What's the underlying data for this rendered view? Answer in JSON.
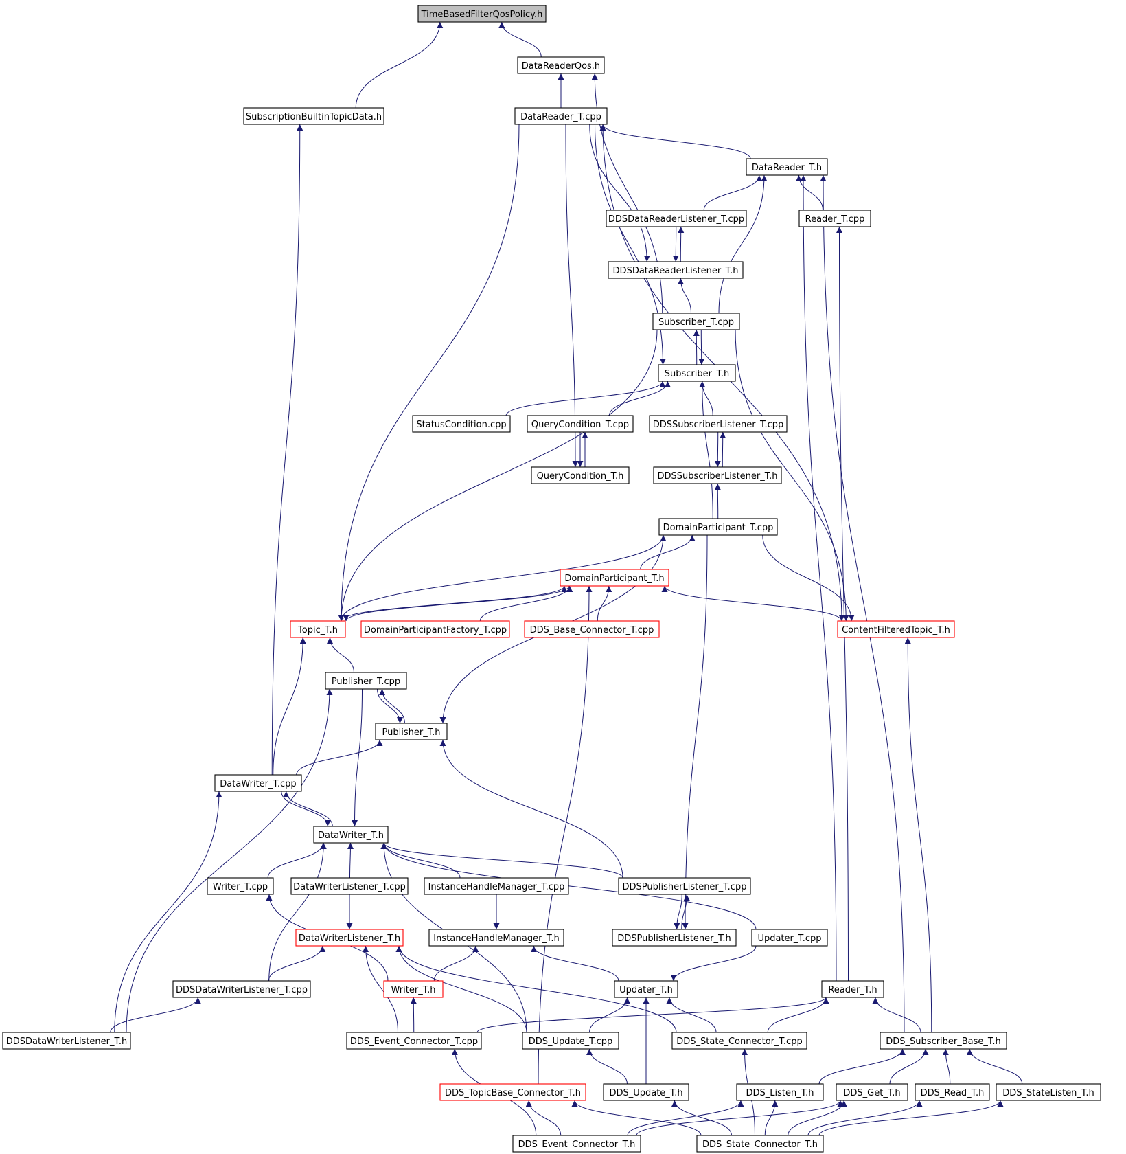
{
  "diagram": {
    "title": "",
    "nodes": [
      {
        "id": "root",
        "label": "TimeBasedFilterQosPolicy.h",
        "style": "root"
      },
      {
        "id": "drqos",
        "label": "DataReaderQos.h",
        "style": "normal"
      },
      {
        "id": "sbtd",
        "label": "SubscriptionBuiltinTopicData.h",
        "style": "normal"
      },
      {
        "id": "drcpp",
        "label": "DataReader_T.cpp",
        "style": "normal"
      },
      {
        "id": "drh",
        "label": "DataReader_T.h",
        "style": "normal"
      },
      {
        "id": "ddsdrlcpp",
        "label": "DDSDataReaderListener_T.cpp",
        "style": "normal"
      },
      {
        "id": "readercpp",
        "label": "Reader_T.cpp",
        "style": "normal"
      },
      {
        "id": "ddsdrlh",
        "label": "DDSDataReaderListener_T.h",
        "style": "normal"
      },
      {
        "id": "subcpp",
        "label": "Subscriber_T.cpp",
        "style": "normal"
      },
      {
        "id": "subh",
        "label": "Subscriber_T.h",
        "style": "normal"
      },
      {
        "id": "statuscond",
        "label": "StatusCondition.cpp",
        "style": "normal"
      },
      {
        "id": "qccpp",
        "label": "QueryCondition_T.cpp",
        "style": "normal"
      },
      {
        "id": "ddsslcpp",
        "label": "DDSSubscriberListener_T.cpp",
        "style": "normal"
      },
      {
        "id": "qch",
        "label": "QueryCondition_T.h",
        "style": "normal"
      },
      {
        "id": "ddsslh",
        "label": "DDSSubscriberListener_T.h",
        "style": "normal"
      },
      {
        "id": "dpcpp",
        "label": "DomainParticipant_T.cpp",
        "style": "normal"
      },
      {
        "id": "dph",
        "label": "DomainParticipant_T.h",
        "style": "red"
      },
      {
        "id": "topich",
        "label": "Topic_T.h",
        "style": "red"
      },
      {
        "id": "dpfcpp",
        "label": "DomainParticipantFactory_T.cpp",
        "style": "red"
      },
      {
        "id": "basecpp",
        "label": "DDS_Base_Connector_T.cpp",
        "style": "red"
      },
      {
        "id": "cfth",
        "label": "ContentFilteredTopic_T.h",
        "style": "red"
      },
      {
        "id": "pubcpp",
        "label": "Publisher_T.cpp",
        "style": "normal"
      },
      {
        "id": "pubh",
        "label": "Publisher_T.h",
        "style": "normal"
      },
      {
        "id": "dwcpp",
        "label": "DataWriter_T.cpp",
        "style": "normal"
      },
      {
        "id": "dwh",
        "label": "DataWriter_T.h",
        "style": "normal"
      },
      {
        "id": "writercpp",
        "label": "Writer_T.cpp",
        "style": "normal"
      },
      {
        "id": "dwlcpp",
        "label": "DataWriterListener_T.cpp",
        "style": "normal"
      },
      {
        "id": "ihmcpp",
        "label": "InstanceHandleManager_T.cpp",
        "style": "normal"
      },
      {
        "id": "ddsplcpp",
        "label": "DDSPublisherListener_T.cpp",
        "style": "normal"
      },
      {
        "id": "dwlh",
        "label": "DataWriterListener_T.h",
        "style": "red"
      },
      {
        "id": "ihmh",
        "label": "InstanceHandleManager_T.h",
        "style": "normal"
      },
      {
        "id": "ddsplh",
        "label": "DDSPublisherListener_T.h",
        "style": "normal"
      },
      {
        "id": "updcpp",
        "label": "Updater_T.cpp",
        "style": "normal"
      },
      {
        "id": "ddsdwlcpp",
        "label": "DDSDataWriterListener_T.cpp",
        "style": "normal"
      },
      {
        "id": "writerh",
        "label": "Writer_T.h",
        "style": "red"
      },
      {
        "id": "updh",
        "label": "Updater_T.h",
        "style": "normal"
      },
      {
        "id": "readerh",
        "label": "Reader_T.h",
        "style": "normal"
      },
      {
        "id": "ddsdwlh",
        "label": "DDSDataWriterListener_T.h",
        "style": "normal"
      },
      {
        "id": "evcpp",
        "label": "DDS_Event_Connector_T.cpp",
        "style": "normal"
      },
      {
        "id": "ducpp",
        "label": "DDS_Update_T.cpp",
        "style": "normal"
      },
      {
        "id": "stcpp",
        "label": "DDS_State_Connector_T.cpp",
        "style": "normal"
      },
      {
        "id": "subbase",
        "label": "DDS_Subscriber_Base_T.h",
        "style": "normal"
      },
      {
        "id": "tbch",
        "label": "DDS_TopicBase_Connector_T.h",
        "style": "red"
      },
      {
        "id": "duh",
        "label": "DDS_Update_T.h",
        "style": "normal"
      },
      {
        "id": "listenh",
        "label": "DDS_Listen_T.h",
        "style": "normal"
      },
      {
        "id": "geth",
        "label": "DDS_Get_T.h",
        "style": "normal"
      },
      {
        "id": "readh",
        "label": "DDS_Read_T.h",
        "style": "normal"
      },
      {
        "id": "stlisth",
        "label": "DDS_StateListen_T.h",
        "style": "normal"
      },
      {
        "id": "evh",
        "label": "DDS_Event_Connector_T.h",
        "style": "normal"
      },
      {
        "id": "sth",
        "label": "DDS_State_Connector_T.h",
        "style": "normal"
      }
    ],
    "edges": [
      [
        "drqos",
        "root"
      ],
      [
        "sbtd",
        "root"
      ],
      [
        "drcpp",
        "drqos"
      ],
      [
        "subcpp",
        "drqos"
      ],
      [
        "dwcpp",
        "sbtd"
      ],
      [
        "drh",
        "drcpp"
      ],
      [
        "ddsdrlcpp",
        "drh"
      ],
      [
        "readercpp",
        "drh"
      ],
      [
        "subcpp",
        "drh"
      ],
      [
        "ddsdrlcpp",
        "ddsdrlh"
      ],
      [
        "ddsdrlh",
        "ddsdrlcpp"
      ],
      [
        "drcpp",
        "ddsdrlh"
      ],
      [
        "readerh",
        "readercpp"
      ],
      [
        "subcpp",
        "ddsdrlh"
      ],
      [
        "drcpp",
        "subh"
      ],
      [
        "subh",
        "subcpp"
      ],
      [
        "subcpp",
        "subh"
      ],
      [
        "statuscond",
        "subh"
      ],
      [
        "qccpp",
        "subh"
      ],
      [
        "ddsslcpp",
        "subh"
      ],
      [
        "dpcpp",
        "subh"
      ],
      [
        "qccpp",
        "qch"
      ],
      [
        "qch",
        "qccpp"
      ],
      [
        "drcpp",
        "qch"
      ],
      [
        "ddsslcpp",
        "ddsslh"
      ],
      [
        "ddsslh",
        "ddsslcpp"
      ],
      [
        "dpcpp",
        "ddsslh"
      ],
      [
        "dph",
        "dpcpp"
      ],
      [
        "topich",
        "dpcpp"
      ],
      [
        "dpfcpp",
        "dph"
      ],
      [
        "basecpp",
        "dph"
      ],
      [
        "cfth",
        "dph"
      ],
      [
        "topich",
        "dph"
      ],
      [
        "dph",
        "topich"
      ],
      [
        "drcpp",
        "topich"
      ],
      [
        "subcpp",
        "topich"
      ],
      [
        "pubcpp",
        "topich"
      ],
      [
        "dwcpp",
        "topich"
      ],
      [
        "dpcpp",
        "cfth"
      ],
      [
        "drcpp",
        "cfth"
      ],
      [
        "subcpp",
        "cfth"
      ],
      [
        "subbase",
        "cfth"
      ],
      [
        "pubcpp",
        "pubh"
      ],
      [
        "pubh",
        "pubcpp"
      ],
      [
        "dpcpp",
        "pubh"
      ],
      [
        "dwcpp",
        "pubh"
      ],
      [
        "ddsplcpp",
        "pubh"
      ],
      [
        "pubcpp",
        "dwh"
      ],
      [
        "dwcpp",
        "dwh"
      ],
      [
        "dwh",
        "dwcpp"
      ],
      [
        "writercpp",
        "dwh"
      ],
      [
        "dwlcpp",
        "dwh"
      ],
      [
        "ihmcpp",
        "dwh"
      ],
      [
        "ddsplcpp",
        "dwh"
      ],
      [
        "updcpp",
        "dwh"
      ],
      [
        "ddsdwlcpp",
        "dwh"
      ],
      [
        "ducpp",
        "dwh"
      ],
      [
        "ddsplcpp",
        "ddsplh"
      ],
      [
        "ddsplh",
        "ddsplcpp"
      ],
      [
        "dpcpp",
        "ddsplh"
      ],
      [
        "dwlcpp",
        "dwlh"
      ],
      [
        "ihmcpp",
        "ihmh"
      ],
      [
        "updcpp",
        "updh"
      ],
      [
        "ddsdwlcpp",
        "dwlh"
      ],
      [
        "writerh",
        "writercpp"
      ],
      [
        "writerh",
        "ihmh"
      ],
      [
        "updh",
        "ihmh"
      ],
      [
        "evcpp",
        "dwlh"
      ],
      [
        "ducpp",
        "dwlh"
      ],
      [
        "stcpp",
        "dwlh"
      ],
      [
        "evcpp",
        "writerh"
      ],
      [
        "ducpp",
        "updh"
      ],
      [
        "stcpp",
        "updh"
      ],
      [
        "duh",
        "updh"
      ],
      [
        "evcpp",
        "readerh"
      ],
      [
        "stcpp",
        "readerh"
      ],
      [
        "subbase",
        "readerh"
      ],
      [
        "readerh",
        "drh"
      ],
      [
        "subbase",
        "drh"
      ],
      [
        "ddsdwlh",
        "ddsdwlcpp"
      ],
      [
        "ddsdwlh",
        "pubcpp"
      ],
      [
        "ddsdwlh",
        "dwcpp"
      ],
      [
        "tbch",
        "dph"
      ],
      [
        "evh",
        "evcpp"
      ],
      [
        "evh",
        "tbch"
      ],
      [
        "sth",
        "tbch"
      ],
      [
        "sth",
        "stcpp"
      ],
      [
        "duh",
        "ducpp"
      ],
      [
        "sth",
        "duh"
      ],
      [
        "listenh",
        "subbase"
      ],
      [
        "geth",
        "subbase"
      ],
      [
        "readh",
        "subbase"
      ],
      [
        "stlisth",
        "subbase"
      ],
      [
        "evh",
        "listenh"
      ],
      [
        "sth",
        "listenh"
      ],
      [
        "evh",
        "geth"
      ],
      [
        "sth",
        "geth"
      ],
      [
        "sth",
        "readh"
      ],
      [
        "sth",
        "stlisth"
      ]
    ]
  }
}
